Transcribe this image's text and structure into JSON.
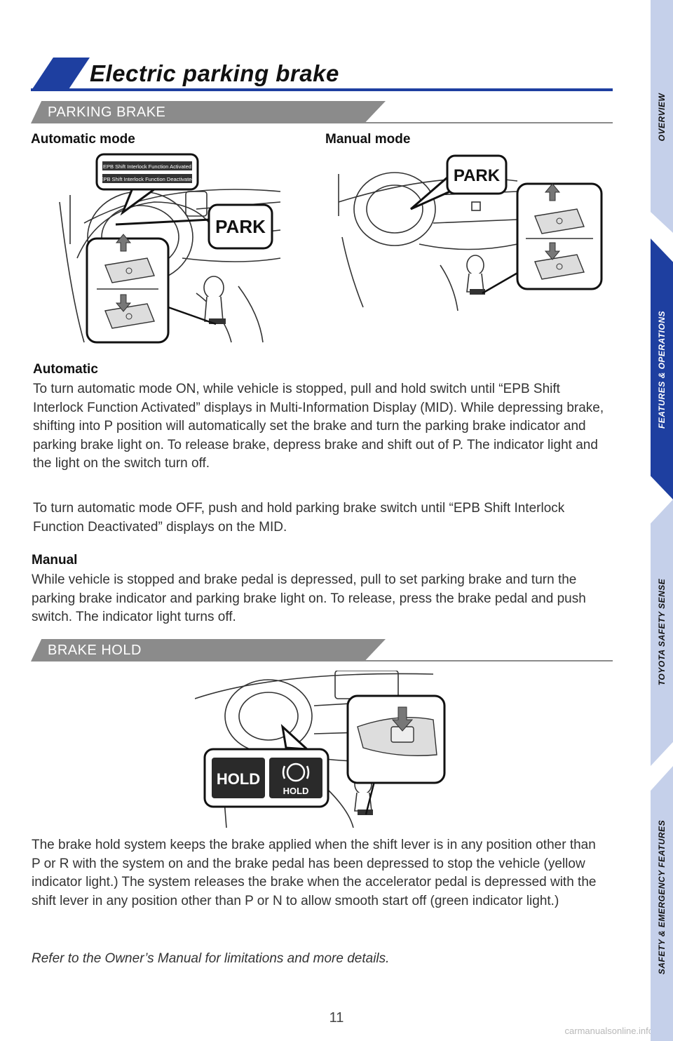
{
  "header": {
    "title": "Electric parking brake"
  },
  "sections": {
    "parking_brake": {
      "label": "PARKING BRAKE"
    },
    "brake_hold": {
      "label": "BRAKE HOLD"
    }
  },
  "figures": {
    "automatic_mode": {
      "caption": "Automatic mode",
      "msg_activated": "EPB Shift Interlock Function Activated",
      "msg_deactivated": "EPB Shift Interlock Function Deactivated",
      "park_label": "PARK"
    },
    "manual_mode": {
      "caption": "Manual mode",
      "park_label": "PARK"
    },
    "brake_hold": {
      "hold_text": "HOLD",
      "hold_icon_text": "HOLD"
    }
  },
  "automatic": {
    "heading": "Automatic",
    "p1": "To turn automatic mode ON, while vehicle is stopped, pull and hold switch until “EPB Shift Interlock Function Activated” displays in Multi-Information Display (MID). While depressing brake, shifting into P position will automatically set the brake and turn the parking brake indicator and parking brake light on. To release brake, depress brake and shift out of P. The indicator light and the light on the switch turn off.",
    "p2": "To turn automatic mode OFF, push and hold parking brake switch until “EPB Shift Interlock Function Deactivated” displays on the MID."
  },
  "manual": {
    "heading": "Manual",
    "p1": "While vehicle is stopped and brake pedal is depressed, pull to set parking brake and turn the parking brake indicator and parking brake light on. To release, press the brake pedal and push switch. The indicator light turns off."
  },
  "brake_hold_text": "The brake hold system keeps the brake applied when the shift lever is in any position other than P or R with the system on and the brake pedal has been depressed to stop the vehicle (yellow indicator light.) The system releases the brake when the accelerator pedal is depressed with the shift lever in any position other than P or N to allow smooth start off (green indicator light.)",
  "footnote": "Refer to the Owner’s Manual for limitations and more details.",
  "page_number": "11",
  "watermark": "carmanualsonline.info",
  "side_tabs": [
    {
      "label": "OVERVIEW",
      "active": false
    },
    {
      "label": "FEATURES & OPERATIONS",
      "active": true
    },
    {
      "label": "TOYOTA SAFETY SENSE",
      "active": false
    },
    {
      "label": "SAFETY & EMERGENCY FEATURES",
      "active": false
    }
  ],
  "colors": {
    "brand_blue": "#1e3fa0",
    "tab_light": "#c5d0ea",
    "section_gray": "#8b8b8b"
  }
}
